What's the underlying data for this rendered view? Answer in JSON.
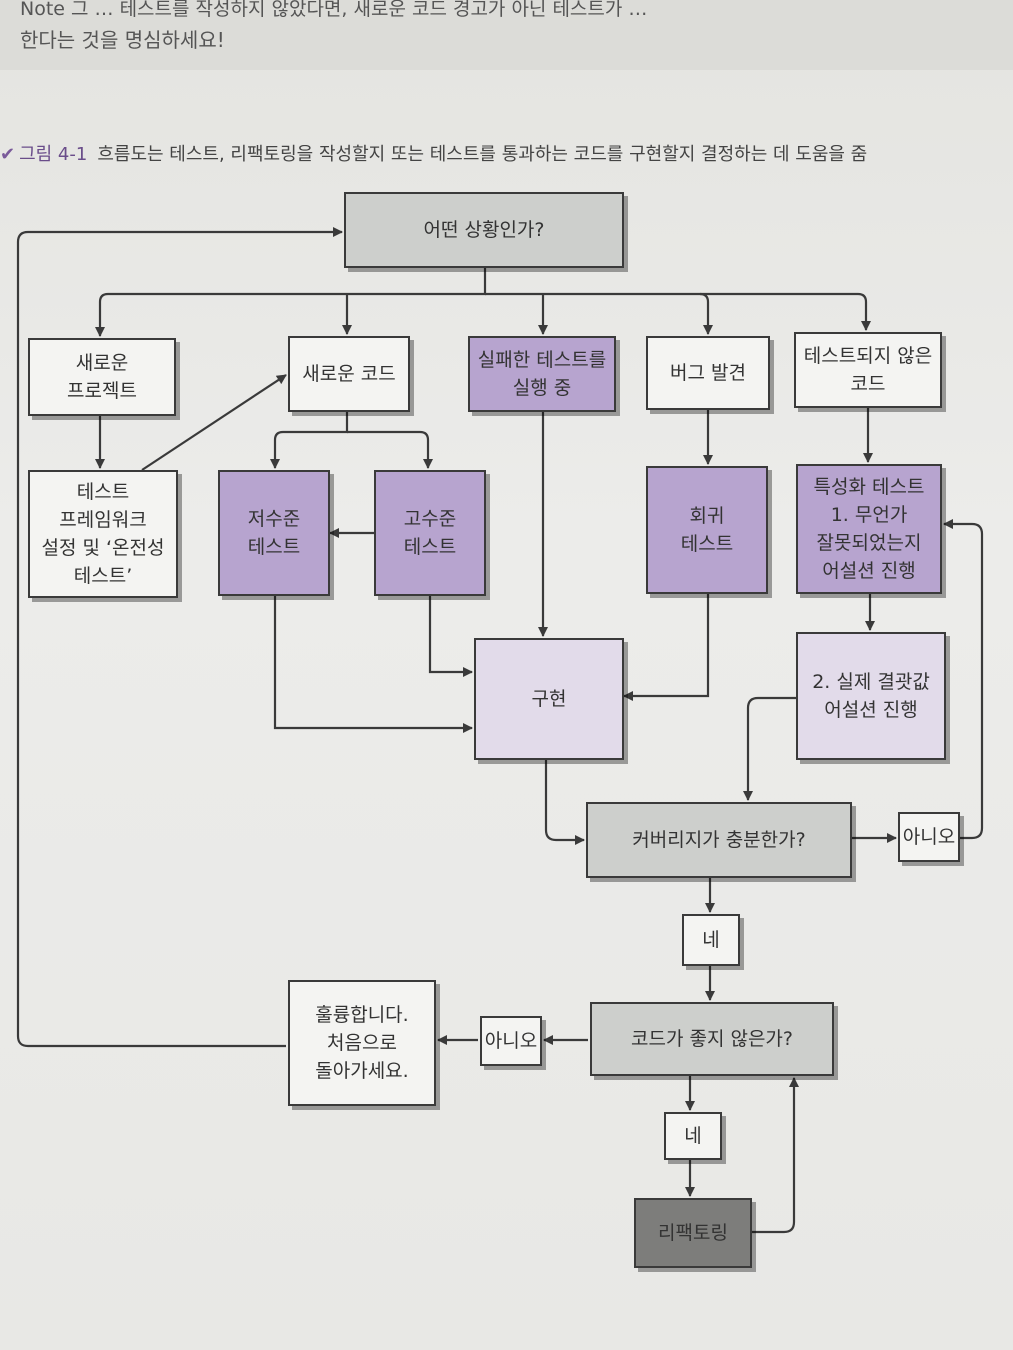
{
  "page": {
    "top_line": "Note 그 … 테스트를 작성하지 않았다면, 새로운 코드 경고가 아닌 테스트가 …",
    "top_line2": "한다는 것을 명심하세요!",
    "caption_prefix": "그림 4-1",
    "caption_text": "흐름도는 테스트, 리팩토링을 작성할지 또는 테스트를 통과하는 코드를 구현할지 결정하는 데 도움을 줌"
  },
  "nodes": {
    "start": "어떤 상황인가?",
    "new_project": "새로운\n프로젝트",
    "new_code": "새로운 코드",
    "failing_test": "실패한 테스트를\n실행 중",
    "bug_found": "버그 발견",
    "untested_code": "테스트되지 않은\n코드",
    "framework_setup": "테스트\n프레임워크\n설정 및 ‘온전성\n테스트’",
    "low_level_test": "저수준\n테스트",
    "high_level_test": "고수준\n테스트",
    "regression_test": "회귀\n테스트",
    "characterization_test": "특성화 테스트\n1. 무언가\n잘못되었는지\n어설션 진행",
    "implement": "구현",
    "actual_result_assert": "2. 실제 결괏값\n어설션 진행",
    "coverage_question": "커버리지가 충분한가?",
    "coverage_no": "아니오",
    "coverage_yes": "네",
    "bad_code_question": "코드가 좋지 않은가?",
    "bad_code_no": "아니오",
    "bad_code_yes": "네",
    "great": "훌륭합니다.\n처음으로\n돌아가세요.",
    "refactor": "리팩토링"
  },
  "colors": {
    "gray": "#cdcfcc",
    "purple": "#b7a4cf",
    "lavender": "#e2dbea",
    "dark": "#7d7d7b",
    "line": "#3a3a3a"
  }
}
